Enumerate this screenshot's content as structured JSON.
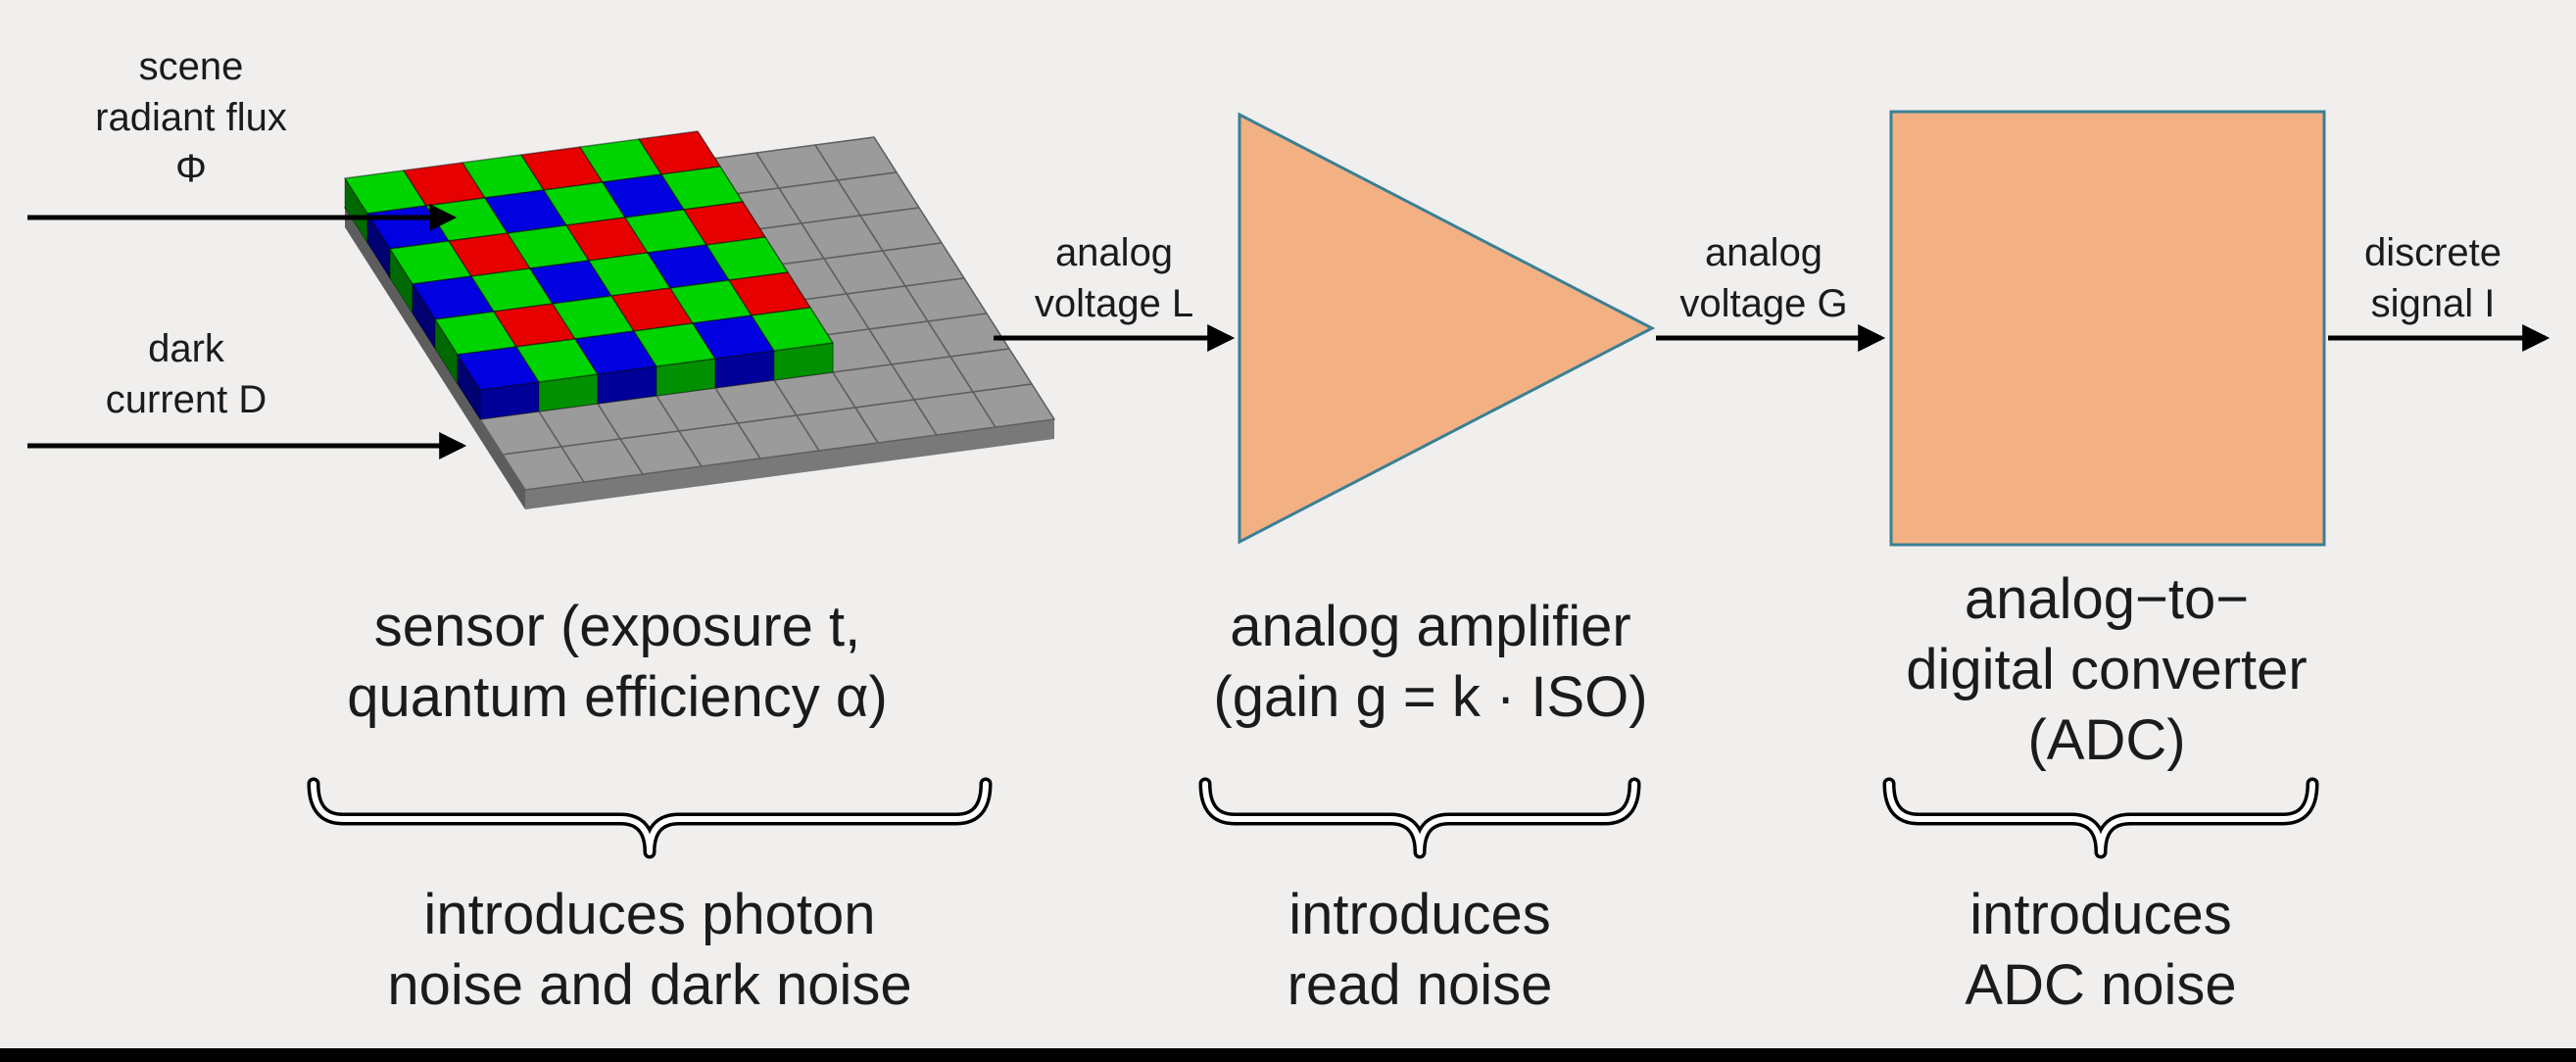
{
  "colors": {
    "background": "#f0efee",
    "text": "#1b1b1b",
    "arrow": "#000000",
    "block_fill": "#f3b183",
    "block_stroke": "#3a7f96",
    "brace_outline": "#000000",
    "brace_inner": "#ffffff",
    "bottom_bar": "#000000",
    "sensor": {
      "green": "#00d400",
      "red": "#e60000",
      "blue": "#0000e0",
      "base_top": "#9b9b9b",
      "grid_line": "#5f5f5f"
    }
  },
  "inputs": {
    "scene": {
      "lines": [
        "scene",
        "radiant flux",
        "Φ"
      ]
    },
    "dark": {
      "lines": [
        "dark",
        "current D"
      ]
    }
  },
  "signals": {
    "L": {
      "lines": [
        "analog",
        "voltage L"
      ]
    },
    "G": {
      "lines": [
        "analog",
        "voltage G"
      ]
    },
    "I": {
      "lines": [
        "discrete",
        "signal I"
      ]
    }
  },
  "components": {
    "sensor": {
      "caption": {
        "lines": [
          "sensor (exposure t,",
          "quantum efficiency α)"
        ]
      },
      "note": {
        "lines": [
          "introduces photon",
          "noise and dark noise"
        ]
      }
    },
    "amplifier": {
      "caption": {
        "lines": [
          "analog amplifier",
          "(gain g = k · ISO)"
        ]
      },
      "note": {
        "lines": [
          "introduces",
          "read noise"
        ]
      }
    },
    "adc": {
      "caption": {
        "lines": [
          "analog−to−",
          "digital converter",
          "(ADC)"
        ]
      },
      "note": {
        "lines": [
          "introduces",
          "ADC noise"
        ]
      }
    }
  },
  "sensor_graphic": {
    "cols": 9,
    "rows": 8,
    "bayer_cols": 6,
    "bayer_rows": 6,
    "bayer_pattern": [
      [
        "green",
        "red"
      ],
      [
        "blue",
        "green"
      ]
    ]
  }
}
